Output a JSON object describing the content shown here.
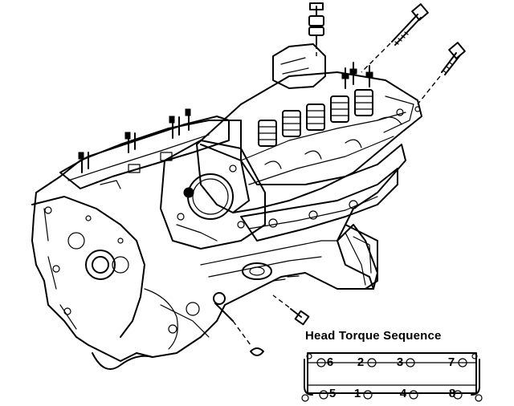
{
  "torque_sequence": {
    "title": "Head Torque Sequence",
    "top_row": [
      "6",
      "2",
      "3",
      "7"
    ],
    "bottom_row": [
      "5",
      "1",
      "4",
      "8"
    ]
  }
}
